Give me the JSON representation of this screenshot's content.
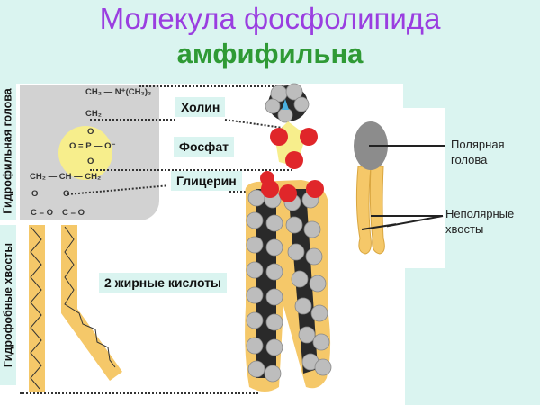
{
  "title": {
    "line1": "Молекула фосфолипида",
    "line2": "амфифильна",
    "line1_color": "#9a3ee0",
    "line2_color": "#2f9a35"
  },
  "vertical_labels": {
    "hydrophilic_head": "Гидрофильная голова",
    "hydrophobic_tails": "Гидрофобные хвосты"
  },
  "structural_formula": {
    "choline_group": "CH₂ — N⁺(CH₃)₃",
    "ch2_upper": "CH₂",
    "o_top": "O",
    "phosphate": "O = P — O⁻",
    "o_bottom": "O",
    "glycerol": "CH₂ — CH — CH₂",
    "ester_o_left": "O",
    "ester_o_right": "O",
    "carbonyl_left": "C = O",
    "carbonyl_right": "C = O"
  },
  "component_labels": {
    "choline": "Холин",
    "phosphate": "Фосфат",
    "glycerol": "Глицерин",
    "fatty_acids": "2 жирные кислоты"
  },
  "schematic_labels": {
    "polar_head": "Полярная\nголова",
    "polar_head_line1": "Полярная",
    "polar_head_line2": "голова",
    "nonpolar_tails_line1": "Неполярные",
    "nonpolar_tails_line2": "хвосты"
  },
  "colors": {
    "background": "#daf4f0",
    "tail_fill": "#f5c869",
    "head_gray": "#8c8c8c",
    "oxygen_red": "#e0262a",
    "phosphate_yellow": "#f7ee8c",
    "carbon_dark": "#2a2a2a",
    "hydrogen_gray": "#bdbdbd"
  }
}
